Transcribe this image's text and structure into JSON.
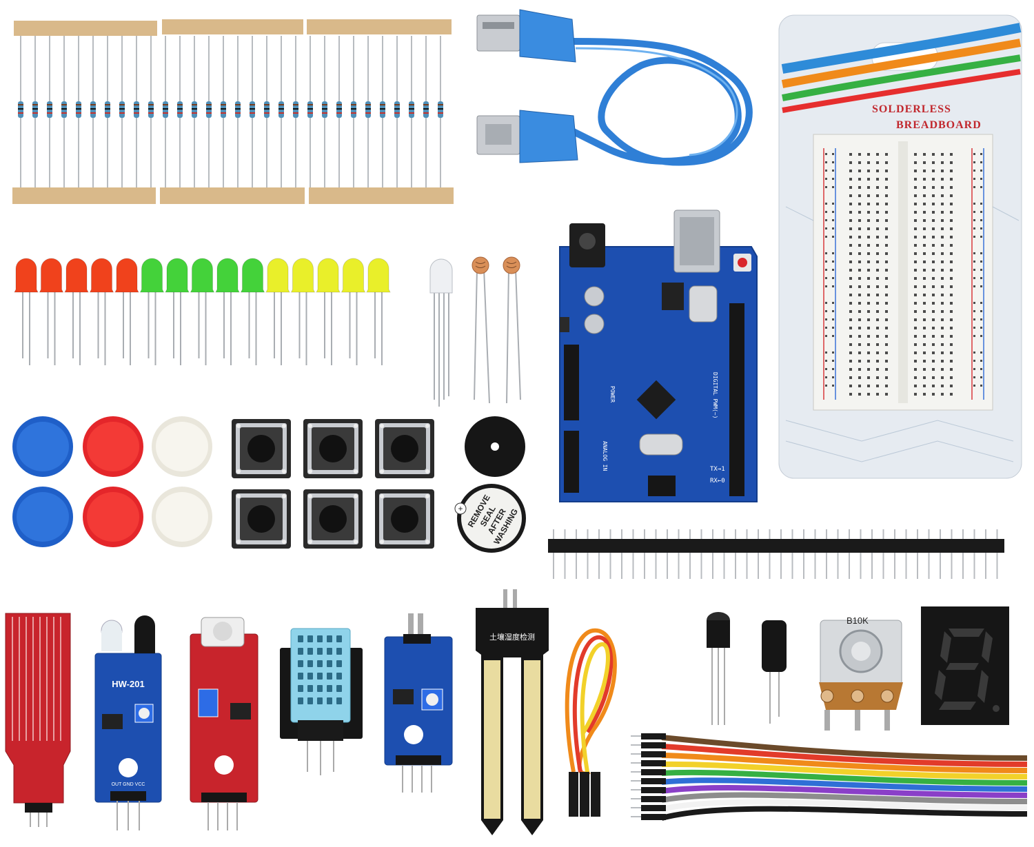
{
  "colors": {
    "resistor_tape": "#d9b98a",
    "resistor_body": "#4f8fb8",
    "led_red": "#f0421c",
    "led_green": "#44d23a",
    "led_yellow": "#e9ef2a",
    "pcb_blue": "#1d4fb0",
    "pcb_red": "#c8242c",
    "usb_cable": "#2f7fd6",
    "breadboard_card": "#dfe6ee",
    "cap_blue": "#1f5fc8",
    "cap_red": "#e4262a",
    "cap_white": "#f4f2ea",
    "header_black": "#1a1a1a",
    "dht_blue": "#8fd3ea"
  },
  "texts": {
    "breadboard_line1": "SOLDERLESS",
    "breadboard_line2": "BREADBOARD",
    "ir_module_label": "HW-201",
    "potentiometer_label": "B10K",
    "buzzer_sticker_line1": "REMOVE",
    "buzzer_sticker_line2": "SEAL",
    "buzzer_sticker_line3": "AFTER",
    "buzzer_sticker_line4": "WASHING",
    "soil_sensor_label": "土壤湿度检测",
    "uno_power": "POWER",
    "uno_analog": "ANALOG IN",
    "uno_digital": "DIGITAL PWM(~)",
    "uno_tx": "TX→1",
    "uno_rx": "RX←0",
    "ir_pins": "OUT GND VCC"
  },
  "icons": {
    "usb_a": "usb-a-plug-icon",
    "usb_b": "usb-b-plug-icon"
  }
}
